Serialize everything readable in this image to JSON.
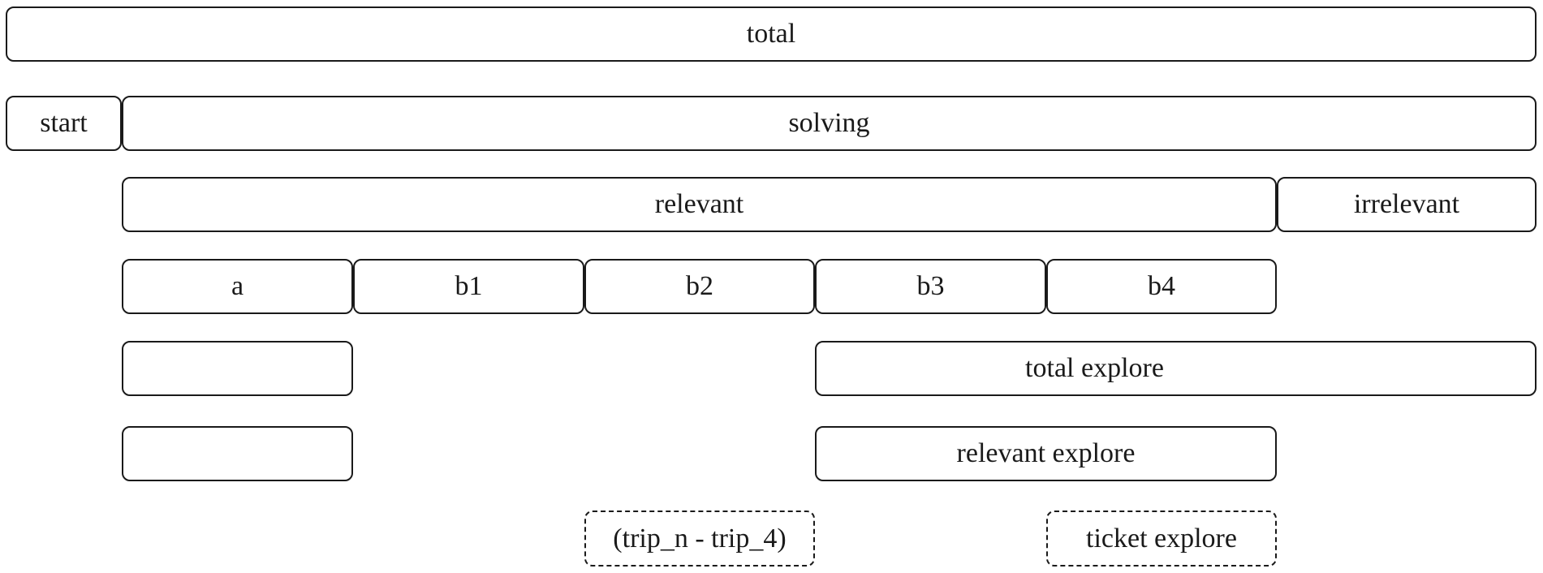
{
  "boxes": {
    "total": "total",
    "start": "start",
    "solving": "solving",
    "relevant": "relevant",
    "irrelevant": "irrelevant",
    "a": "a",
    "b1": "b1",
    "b2": "b2",
    "b3": "b3",
    "b4": "b4",
    "total_explore": "total explore",
    "relevant_explore": "relevant explore",
    "trip_difference": "(trip_n - trip_4)",
    "ticket_explore": "ticket explore"
  },
  "colors": {
    "stroke": "#1a1a1a",
    "background": "#ffffff"
  }
}
